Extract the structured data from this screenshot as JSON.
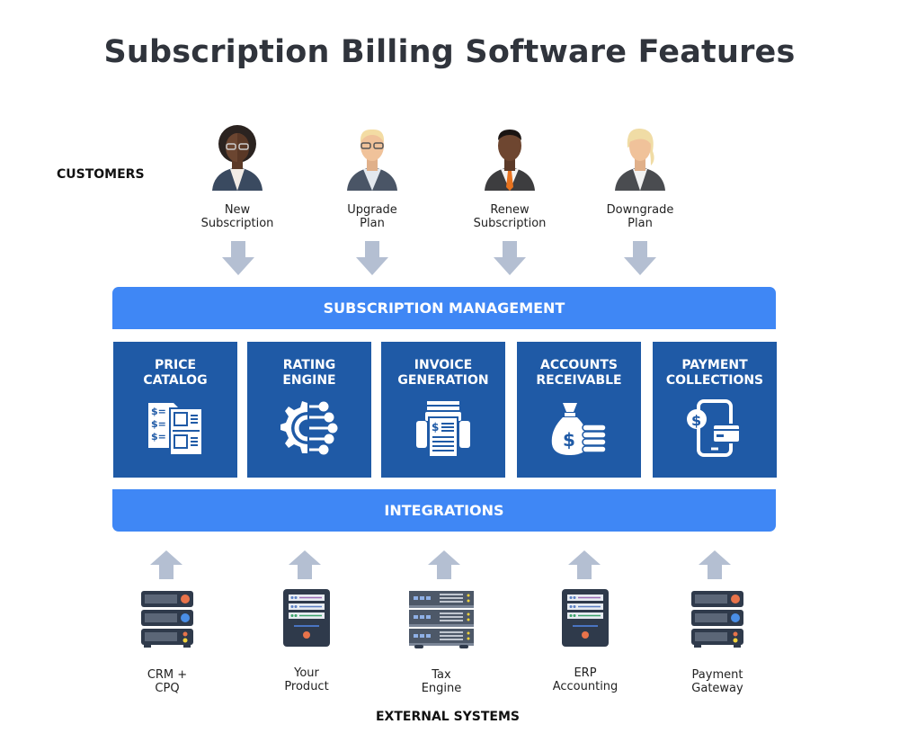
{
  "title": "Subscription Billing Software Features",
  "customers": {
    "label": "CUSTOMERS",
    "items": [
      {
        "label": "New\nSubscription",
        "icon": "woman-curly-hair-avatar"
      },
      {
        "label": "Upgrade\nPlan",
        "icon": "man-blond-glasses-avatar"
      },
      {
        "label": "Renew\nSubscription",
        "icon": "man-orange-tie-avatar"
      },
      {
        "label": "Downgrade\nPlan",
        "icon": "woman-blonde-avatar"
      }
    ]
  },
  "subscription_management": {
    "label": "SUBSCRIPTION MANAGEMENT"
  },
  "features": [
    {
      "label": "PRICE\nCATALOG",
      "icon": "price-list-icon"
    },
    {
      "label": "RATING\nENGINE",
      "icon": "gear-circuit-icon"
    },
    {
      "label": "INVOICE\nGENERATION",
      "icon": "invoice-printer-icon"
    },
    {
      "label": "ACCOUNTS\nRECEIVABLE",
      "icon": "money-bag-coins-icon"
    },
    {
      "label": "PAYMENT\nCOLLECTIONS",
      "icon": "mobile-payment-icon"
    }
  ],
  "integrations": {
    "label": "INTEGRATIONS"
  },
  "external_systems": {
    "label": "EXTERNAL SYSTEMS",
    "items": [
      {
        "label": "CRM +\nCPQ",
        "icon": "server-rack-icon"
      },
      {
        "label": "Your\nProduct",
        "icon": "server-tower-icon"
      },
      {
        "label": "Tax\nEngine",
        "icon": "server-stack-icon"
      },
      {
        "label": "ERP\nAccounting",
        "icon": "server-tower-icon"
      },
      {
        "label": "Payment\nGateway",
        "icon": "server-rack-icon"
      }
    ]
  },
  "colors": {
    "bar_blue": "#3f87f5",
    "feature_blue": "#1f5aa6",
    "arrow_gray": "#b4bfd2",
    "title_text": "#30343c"
  }
}
